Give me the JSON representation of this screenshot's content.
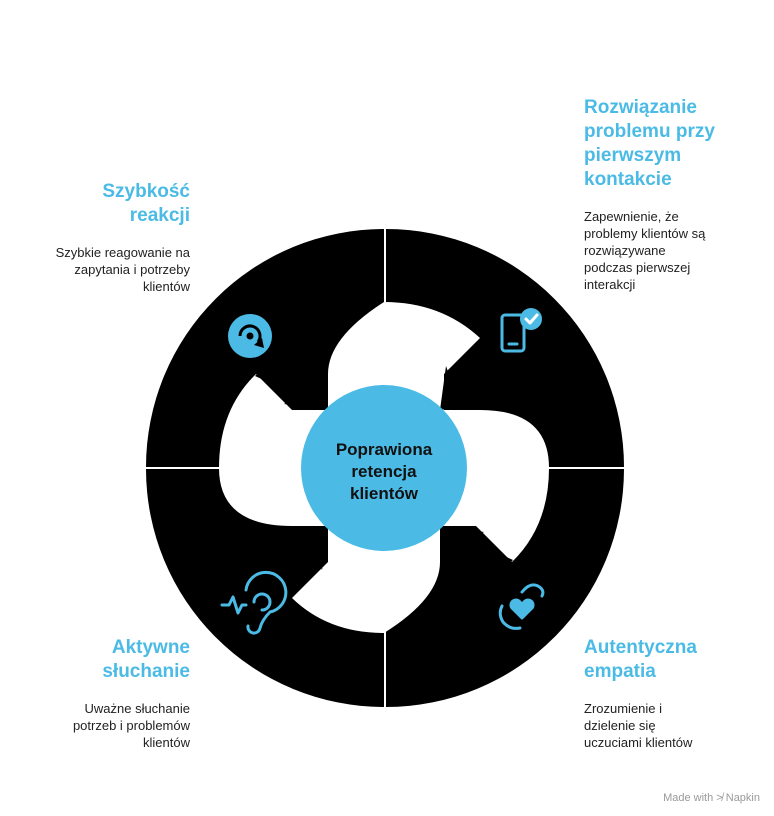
{
  "colors": {
    "accent": "#4bbbe6",
    "ring": "#000000",
    "text": "#222222",
    "background": "#ffffff"
  },
  "center": {
    "label": "Poprawiona retencja klientów"
  },
  "quadrants": [
    {
      "id": "top-left",
      "title": "Szybkość reakcji",
      "description": "Szybkie reagowanie na zapytania i potrzeby klientów",
      "icon": "speed-gauge-icon"
    },
    {
      "id": "top-right",
      "title": "Rozwiązanie problemu przy pierwszym kontakcie",
      "description": "Zapewnienie, że problemy klientów są rozwiązywane podczas pierwszej interakcji",
      "icon": "phone-check-icon"
    },
    {
      "id": "bottom-left",
      "title": "Aktywne słuchanie",
      "description": "Uważne słuchanie potrzeb i problemów klientów",
      "icon": "ear-listening-icon"
    },
    {
      "id": "bottom-right",
      "title": "Autentyczna empatia",
      "description": "Zrozumienie i dzielenie się uczuciami klientów",
      "icon": "heart-hands-icon"
    }
  ],
  "footer": {
    "text": "Made with ≯ Napkin"
  }
}
